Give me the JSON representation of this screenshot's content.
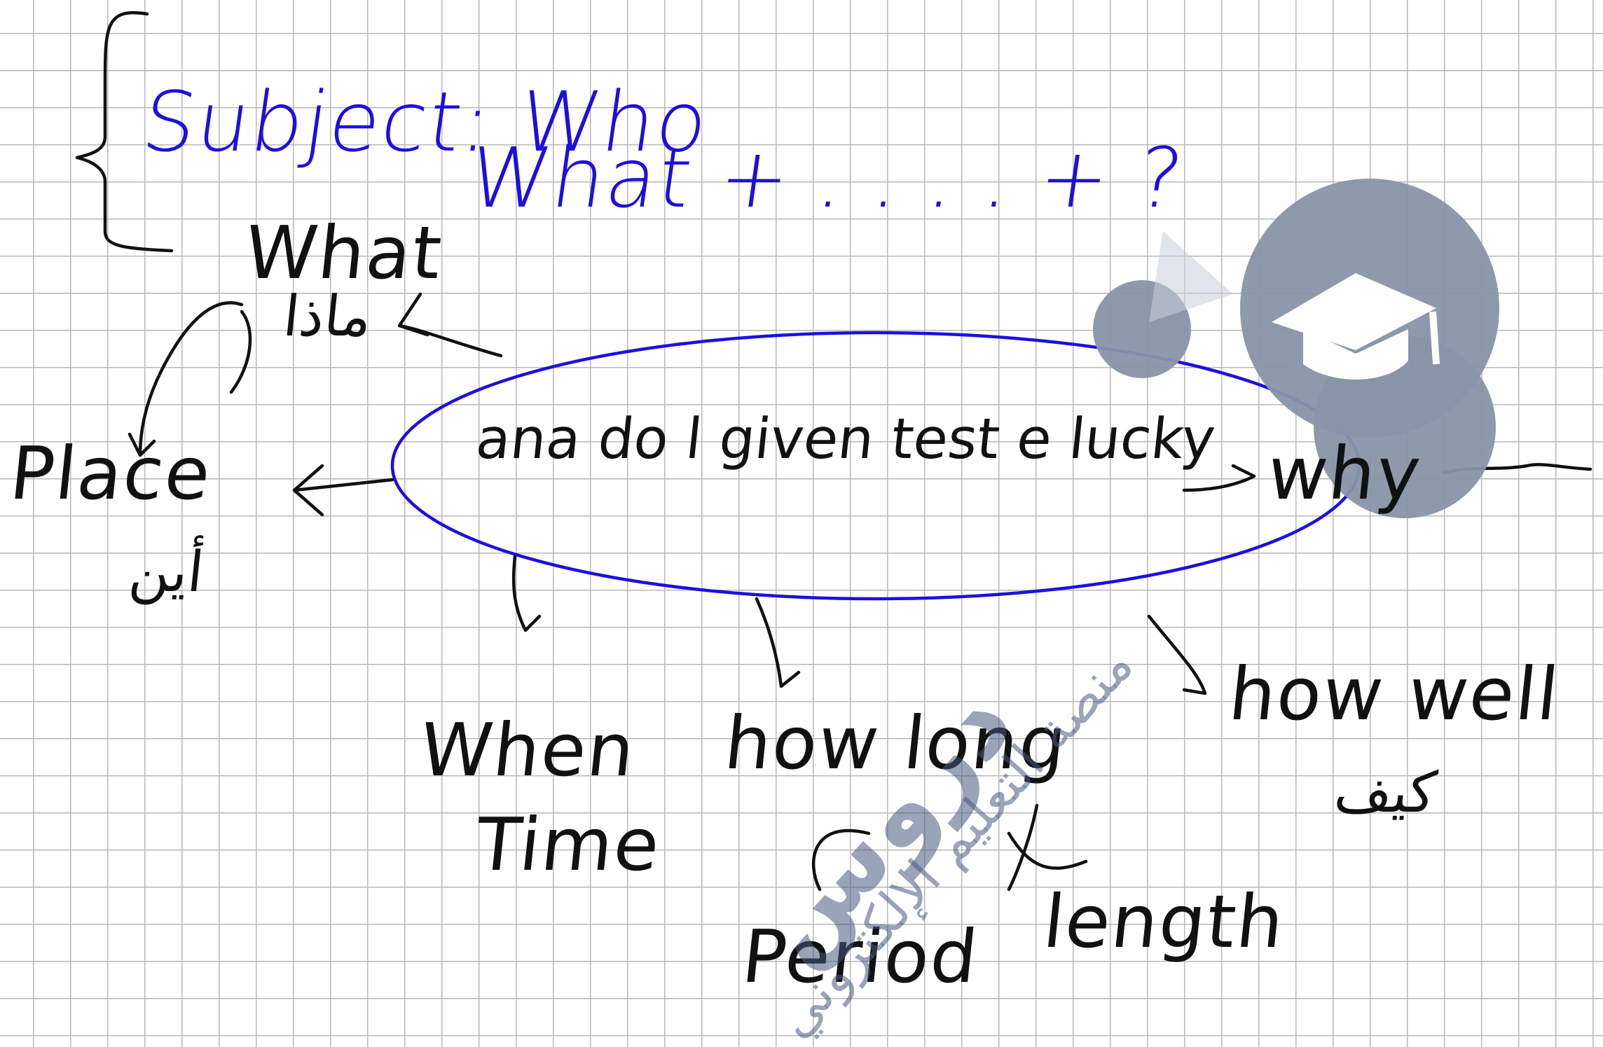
{
  "canvas": {
    "background": "#ffffff",
    "grid_color": "#b9b9b9"
  },
  "colors": {
    "blue_ink": "#1d0fe0",
    "black_ink": "#111111",
    "watermark": "#7a8aa5"
  },
  "title": {
    "line1": "Subject: Who",
    "line2": "What + . . . . + ?"
  },
  "center_sentence": "ana do l given test e lucky",
  "labels": {
    "what": "What",
    "what_ar": "ماذا",
    "place": "Place",
    "place_ar": "أين",
    "when": "When",
    "time": "Time",
    "how_long": "how long",
    "period": "Period",
    "length": "length",
    "why": "why",
    "how_well": "how well",
    "how_well_ar": "كيف"
  },
  "watermark": {
    "brand_ar": "دروس",
    "tagline_ar": "منصة التعليم الإلكتروني",
    "logo_icon": "graduation-cap-icon"
  }
}
